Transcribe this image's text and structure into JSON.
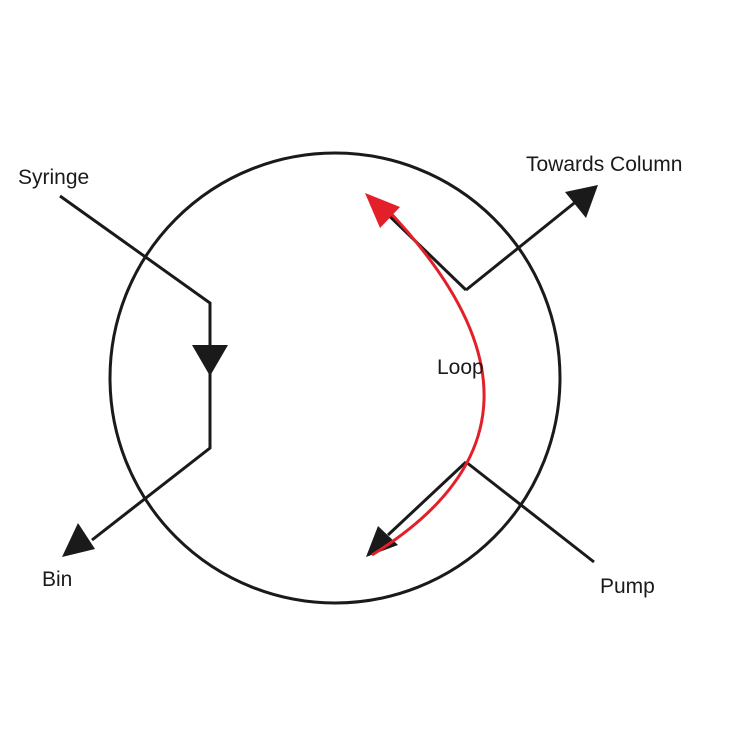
{
  "colors": {
    "line": "#1a1a1a",
    "flow": "#e3202a",
    "background": "#ffffff"
  },
  "labels": {
    "syringe": "Syringe",
    "towards_column": "Towards Column",
    "loop": "Loop",
    "bin": "Bin",
    "pump": "Pump"
  }
}
